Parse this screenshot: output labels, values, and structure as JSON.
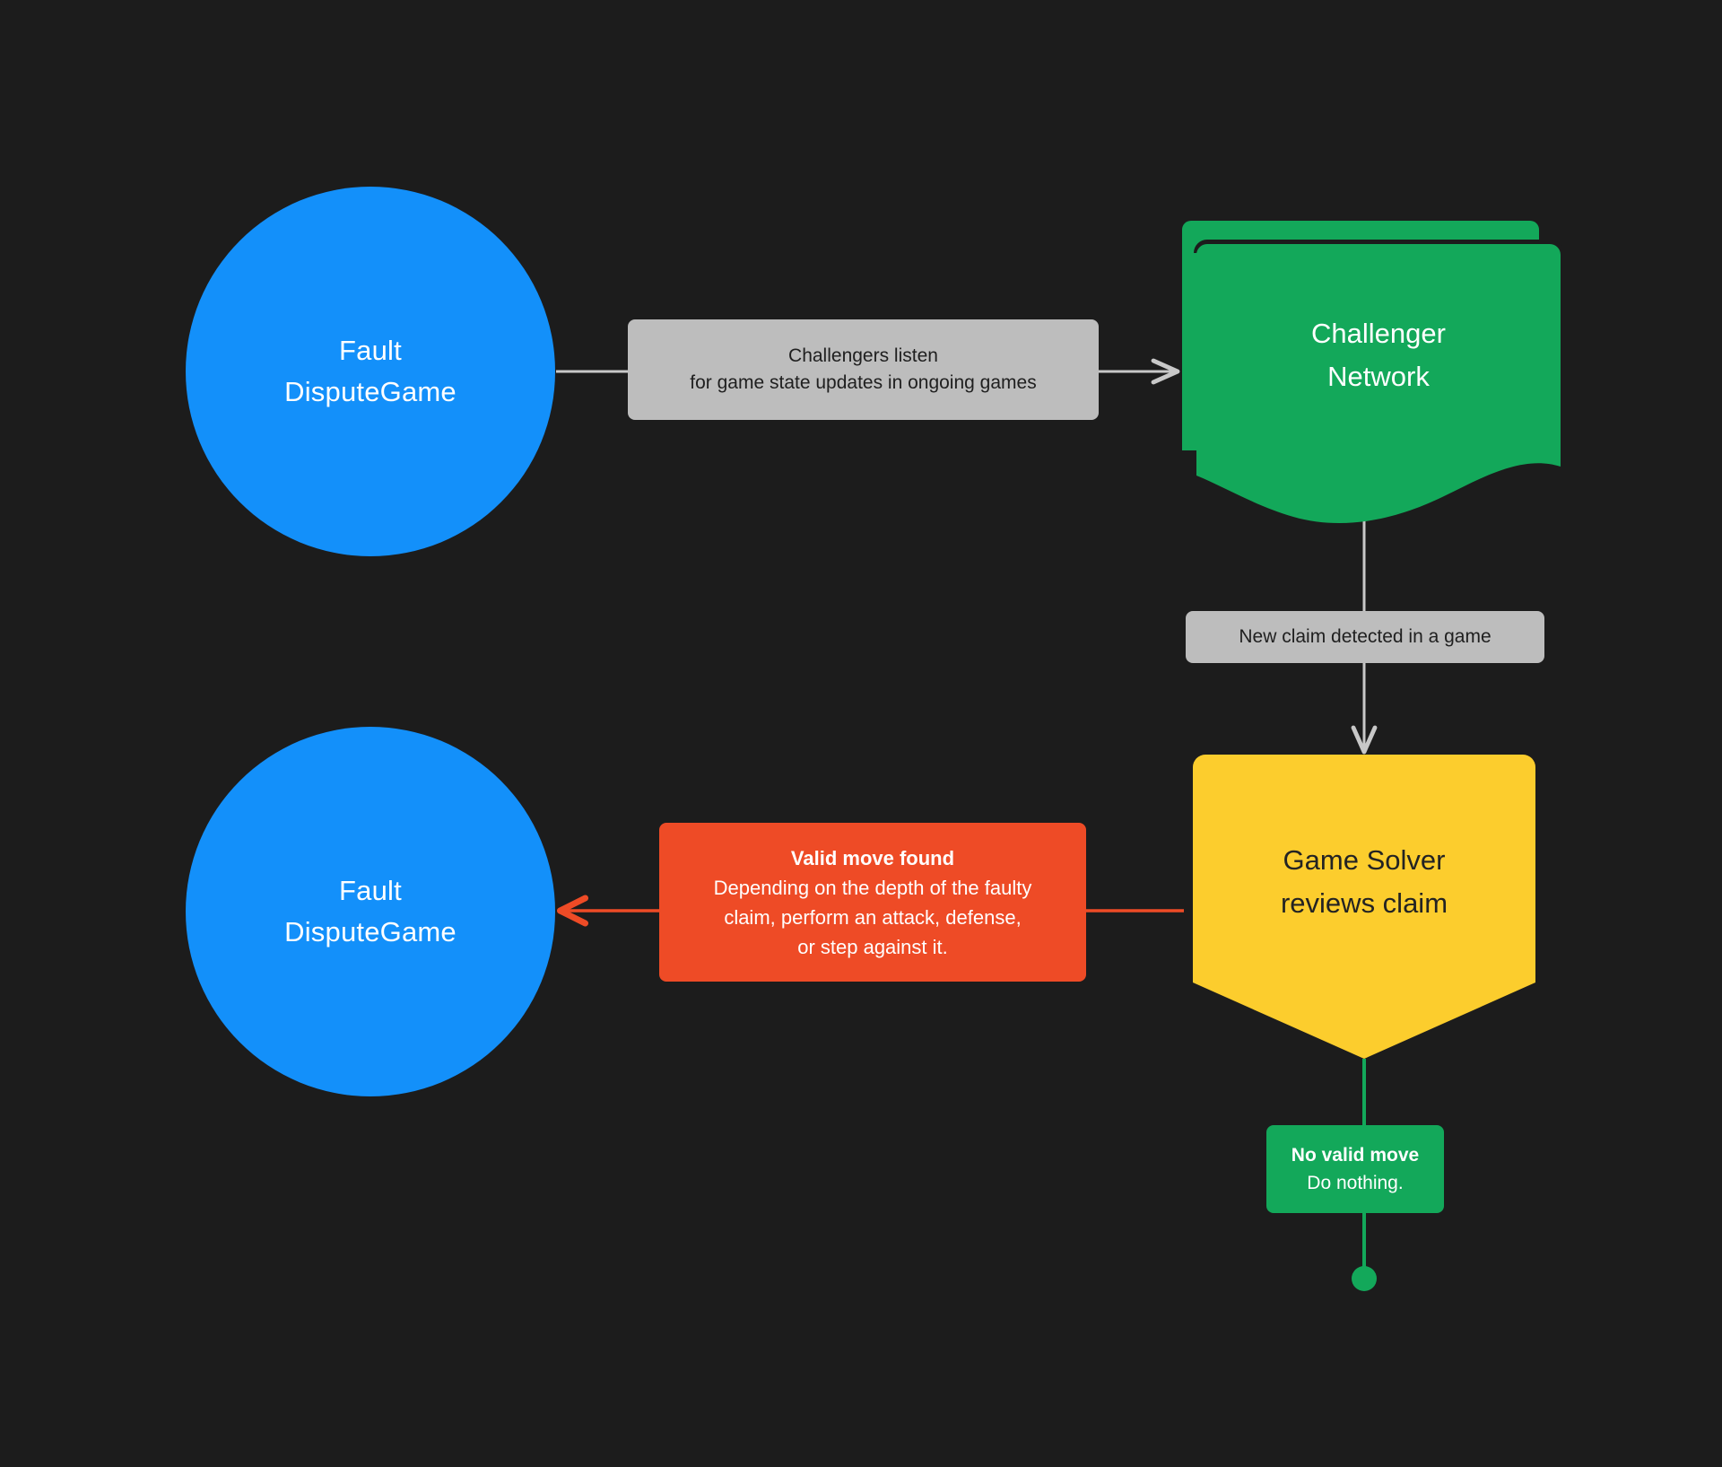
{
  "diagram": {
    "title": "Fault Dispute Game challenger flow",
    "background_color": "#1c1c1c",
    "colors": {
      "blue": "#1390fa",
      "green": "#13a85a",
      "yellow": "#fccd2d",
      "orange": "#ee4b26",
      "grey_label": "#bdbdbd",
      "grey_edge": "#c8c8c8",
      "text_light": "#ffffff",
      "text_dark": "#1f1f1f"
    },
    "nodes": {
      "fault_dispute_game_top": {
        "shape": "circle",
        "line1": "Fault",
        "line2": "DisputeGame",
        "fill": "#1390fa"
      },
      "challenger_network": {
        "shape": "multi-document",
        "line1": "Challenger",
        "line2": "Network",
        "fill": "#13a85a"
      },
      "game_solver": {
        "shape": "pentagon-down",
        "line1": "Game Solver",
        "line2": "reviews claim",
        "fill": "#fccd2d"
      },
      "fault_dispute_game_bottom": {
        "shape": "circle",
        "line1": "Fault",
        "line2": "DisputeGame",
        "fill": "#1390fa"
      },
      "terminator": {
        "shape": "circle-dot",
        "fill": "#13a85a"
      }
    },
    "edges": {
      "listen": {
        "from": "fault_dispute_game_top",
        "to": "challenger_network",
        "line1": "Challengers listen",
        "line2": "for game state updates in ongoing games",
        "color": "#c8c8c8"
      },
      "new_claim": {
        "from": "challenger_network",
        "to": "game_solver",
        "line1": "New claim detected in a game",
        "color": "#c8c8c8"
      },
      "valid_move": {
        "from": "game_solver",
        "to": "fault_dispute_game_bottom",
        "heading": "Valid move found",
        "line1": "Depending on the depth of the faulty",
        "line2": "claim, perform an attack, defense,",
        "line3": "or step against it.",
        "color": "#ee4b26"
      },
      "no_valid_move": {
        "from": "game_solver",
        "to": "terminator",
        "heading": "No valid move",
        "line1": "Do nothing.",
        "color": "#13a85a"
      }
    }
  }
}
